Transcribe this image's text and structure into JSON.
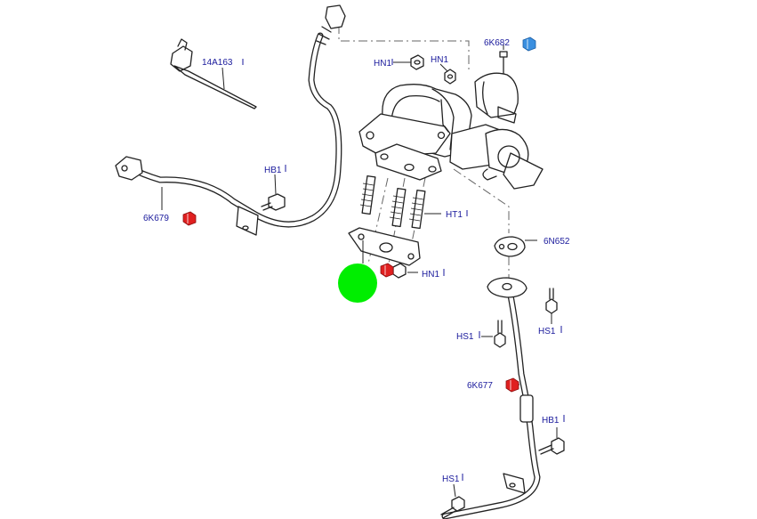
{
  "labels": {
    "l14a163": "14A163",
    "l6k682": "6K682",
    "lhn1_top_left": "HN1",
    "lhn1_top_right": "HN1",
    "lhb1_left": "HB1",
    "l6k679": "6K679",
    "lht1": "HT1",
    "l6n652": "6N652",
    "lhn1_mid": "HN1",
    "lhs1_left": "HS1",
    "lhs1_right": "HS1",
    "l6k677": "6K677",
    "lhb1_right": "HB1",
    "lhs1_bottom": "HS1"
  },
  "colors": {
    "label_text": "#1a1a9c",
    "marker_red": "#e02020",
    "marker_blue": "#3a8fe0",
    "highlight_circle": "#00ee00"
  },
  "markers": {
    "6K682": "blue-part-icon",
    "6K679": "red-part-icon",
    "6K677": "red-part-icon",
    "HN1": "red-part-icon"
  }
}
